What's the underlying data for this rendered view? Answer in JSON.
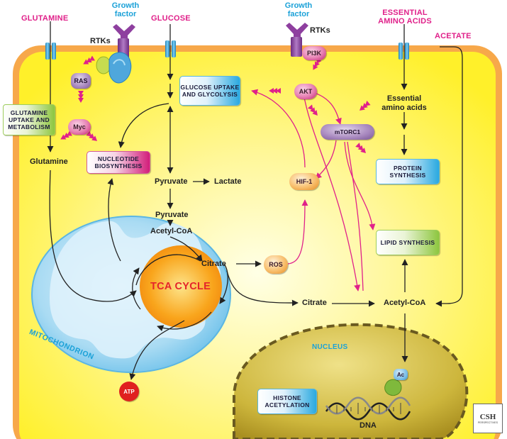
{
  "labels": {
    "glutamine_top": "GLUTAMINE",
    "growth_factor_left": "Growth factor",
    "glucose_top": "GLUCOSE",
    "growth_factor_right": "Growth factor",
    "essential_amino_acids_top": "ESSENTIAL AMINO ACIDS",
    "acetate_top": "ACETATE",
    "rtks_left": "RTKs",
    "rtks_right": "RTKs",
    "essential_amino_acids_inner": "Essential amino acids",
    "glutamine_inner": "Glutamine",
    "pyruvate_cyto": "Pyruvate",
    "lactate": "Lactate",
    "pyruvate_mito": "Pyruvate",
    "acetyl_coa_mito": "Acetyl-CoA",
    "citrate_mito": "Citrate",
    "citrate_cyto": "Citrate",
    "acetyl_coa_cyto": "Acetyl-CoA",
    "dna": "DNA",
    "mitochondrion": "MITOCHONDRION",
    "nucleus": "NUCLEUS",
    "tca_cycle": "TCA CYCLE"
  },
  "proteins": {
    "ras": "RAS",
    "myc": "Myc",
    "pi3k": "PI3K",
    "akt": "AKT",
    "mtorc1": "mTORC1",
    "hif1": "HIF-1",
    "ros": "ROS",
    "atp": "ATP",
    "ac": "Ac"
  },
  "processes": {
    "glucose_uptake": "GLUCOSE UPTAKE AND GLYCOLYSIS",
    "glutamine_uptake": "GLUTAMINE UPTAKE AND METABOLISM",
    "nucleotide_biosynthesis": "NUCLEOTIDE BIOSYNTHESIS",
    "protein_synthesis": "PROTEIN SYNTHESIS",
    "lipid_synthesis": "LIPID SYNTHESIS",
    "histone_acetylation": "HISTONE ACETYLATION"
  },
  "logo": {
    "line1": "CSH",
    "line2": "PERSPECTIVES"
  },
  "colors": {
    "cell_membrane": "#f7a84a",
    "cytoplasm": "#fff14a",
    "mitochondrion": "#9fd6f2",
    "nucleus": "#c9b23a",
    "signal_arrow": "#e0218a",
    "metabolic_arrow": "#222222",
    "tca_core": "#f8a21a"
  }
}
